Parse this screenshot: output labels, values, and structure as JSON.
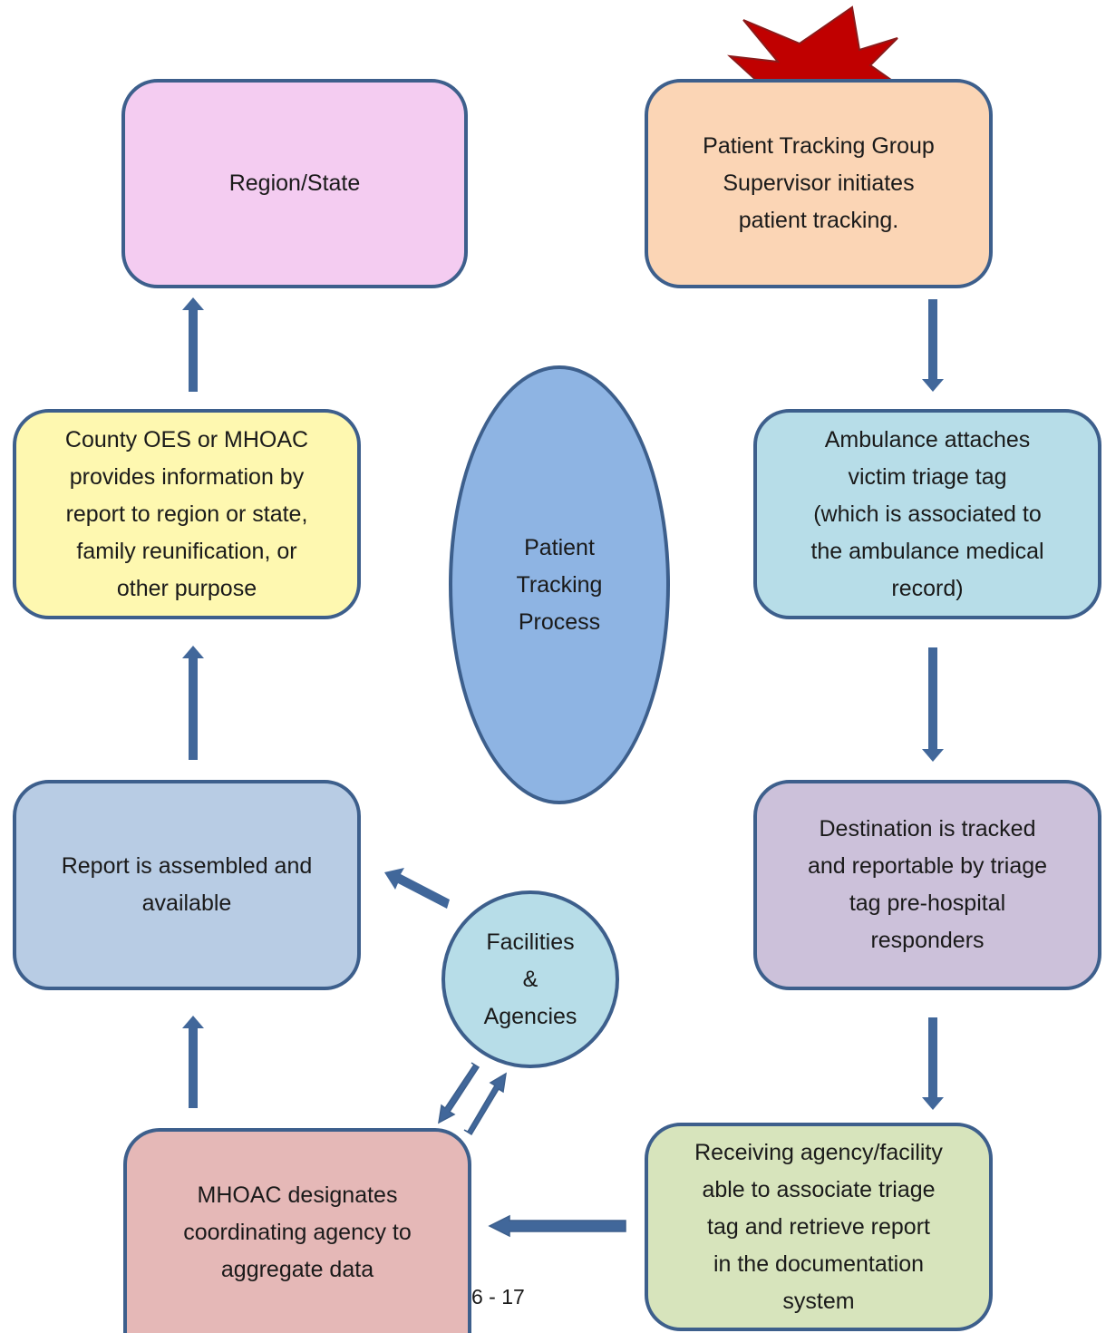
{
  "colors": {
    "border": "#3d5f8c",
    "arrow": "#41679a",
    "region_state": "#f4ccf1",
    "supervisor": "#fbd5b5",
    "ambulance": "#b7dde8",
    "destination": "#ccc1da",
    "receiving": "#d7e4bc",
    "mhoac": "#e5b8b7",
    "report": "#b8cce4",
    "county": "#fef8b0",
    "center_ellipse": "#8eb4e3",
    "facilities_circle": "#b7dde8",
    "burst_fill": "#c00000"
  },
  "nodes": {
    "region_state": "Region/State",
    "supervisor": "Patient Tracking Group\nSupervisor initiates\npatient tracking.",
    "ambulance": "Ambulance attaches\nvictim triage tag\n(which is associated to\nthe ambulance medical\nrecord)",
    "destination": "Destination is tracked\nand reportable by triage\ntag pre-hospital\nresponders",
    "receiving": "Receiving agency/facility\nable to associate triage\ntag and retrieve report\nin the documentation\nsystem",
    "mhoac": "MHOAC designates\ncoordinating agency to\naggregate data",
    "report": "Report is assembled and\navailable",
    "county": "County OES or MHOAC\nprovides information by\nreport to region or state,\nfamily reunification, or\nother purpose",
    "center": "Patient\nTracking\nProcess",
    "facilities": "Facilities\n&\nAgencies"
  },
  "page_number": "6 - 17"
}
